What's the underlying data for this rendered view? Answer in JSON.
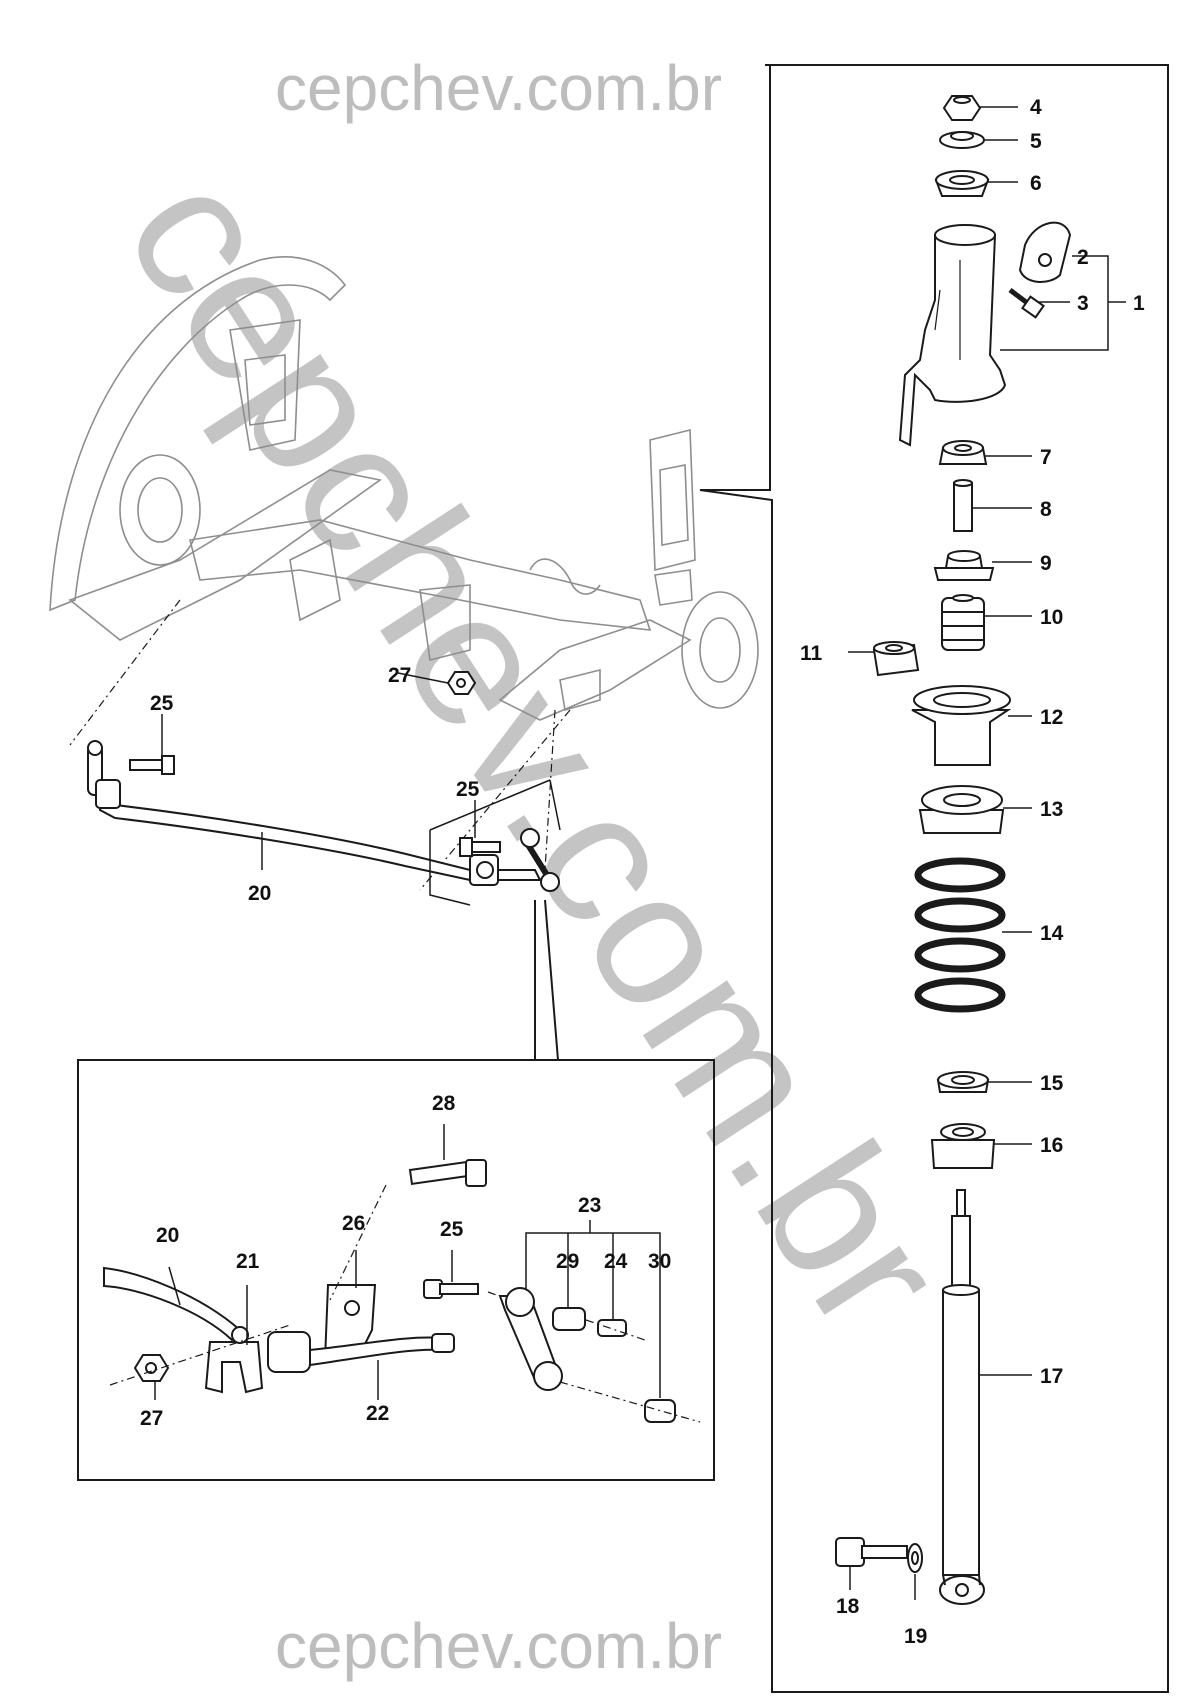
{
  "watermark": {
    "top": "cepchev.com.br",
    "diagonal": "cepchev.com.br",
    "bottom": "cepchev.com.br"
  },
  "callouts": {
    "p1": "1",
    "p2": "2",
    "p3": "3",
    "p4": "4",
    "p5": "5",
    "p6": "6",
    "p7": "7",
    "p8": "8",
    "p9": "9",
    "p10": "10",
    "p11": "11",
    "p12": "12",
    "p13": "13",
    "p14": "14",
    "p15": "15",
    "p16": "16",
    "p17": "17",
    "p18": "18",
    "p19": "19",
    "p20": "20",
    "p21": "21",
    "p22": "22",
    "p23": "23",
    "p24": "24",
    "p25": "25",
    "p26": "26",
    "p27": "27",
    "p28": "28",
    "p29": "29",
    "p30": "30"
  },
  "colors": {
    "line": "#1a1a1a",
    "ghost": "#8e8e8e",
    "watermark": "#bdbdbd"
  }
}
